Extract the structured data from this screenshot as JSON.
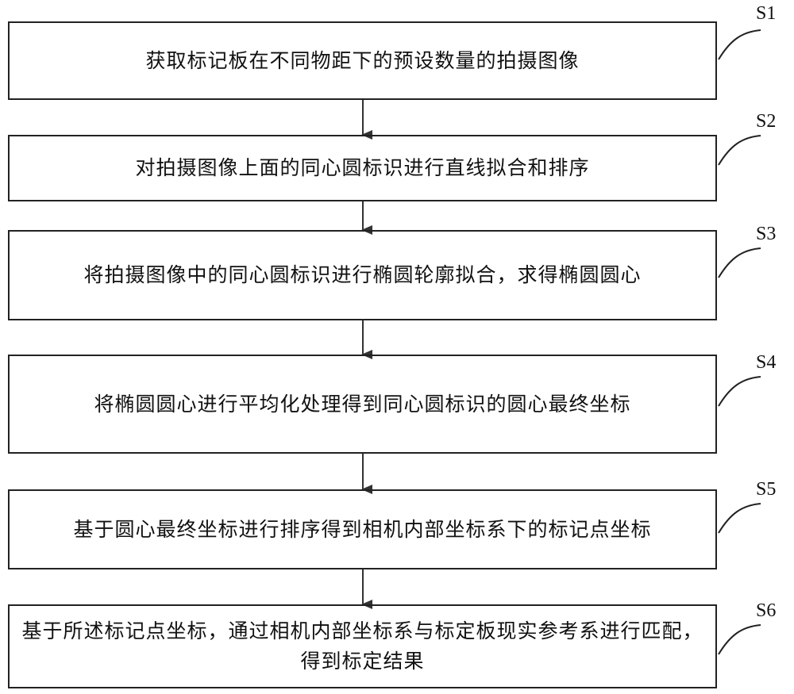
{
  "steps": [
    {
      "label": "S1",
      "text": "获取标记板在不同物距下的预设数量的拍摄图像"
    },
    {
      "label": "S2",
      "text": "对拍摄图像上面的同心圆标识进行直线拟合和排序"
    },
    {
      "label": "S3",
      "text": "将拍摄图像中的同心圆标识进行椭圆轮廓拟合，求得椭圆圆心"
    },
    {
      "label": "S4",
      "text": "将椭圆圆心进行平均化处理得到同心圆标识的圆心最终坐标"
    },
    {
      "label": "S5",
      "text": "基于圆心最终坐标进行排序得到相机内部坐标系下的标记点坐标"
    },
    {
      "label": "S6",
      "text": "基于所述标记点坐标，通过相机内部坐标系与标定板现实参考系进行匹配，得到标定结果"
    }
  ]
}
